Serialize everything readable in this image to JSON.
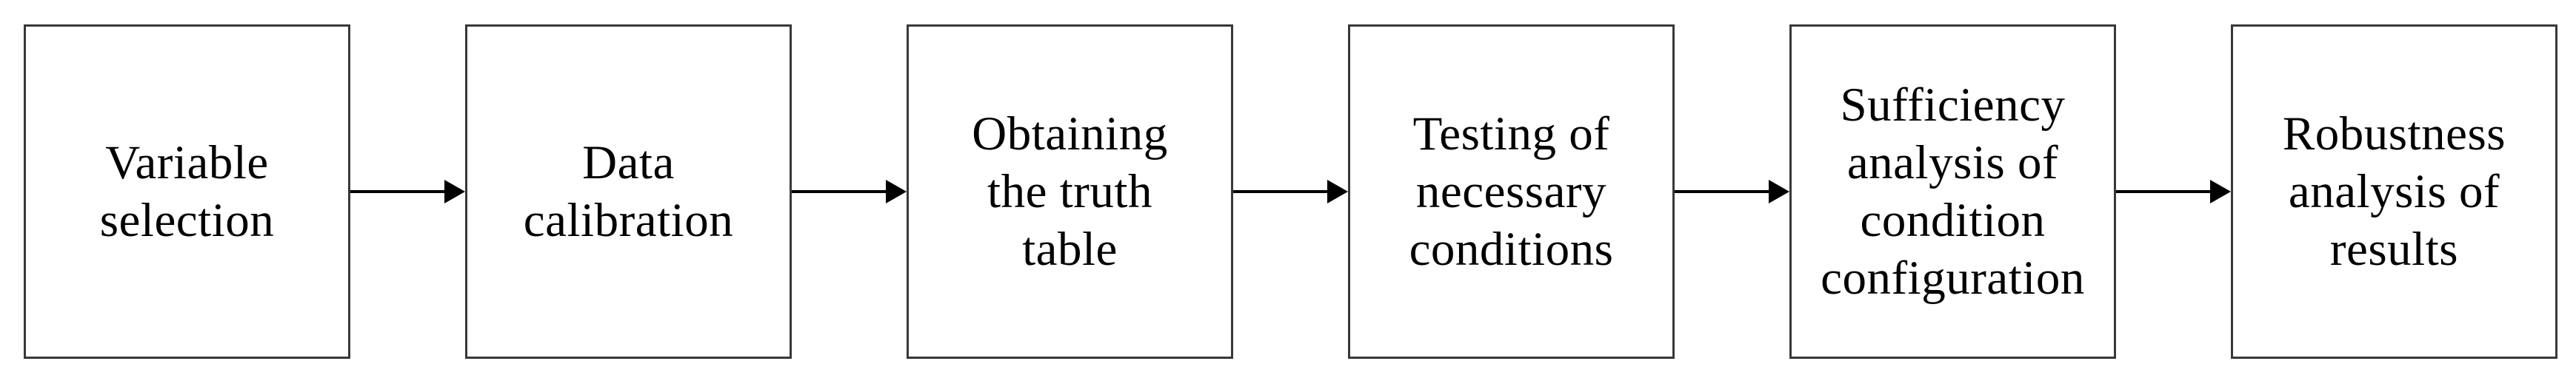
{
  "flowchart": {
    "steps": [
      {
        "label": "Variable\nselection"
      },
      {
        "label": "Data\ncalibration"
      },
      {
        "label": "Obtaining\nthe truth\ntable"
      },
      {
        "label": "Testing of\nnecessary\nconditions"
      },
      {
        "label": "Sufficiency\nanalysis of\ncondition\nconfiguration"
      },
      {
        "label": "Robustness\nanalysis of\nresults"
      }
    ],
    "colors": {
      "background": "#ffffff",
      "box_border": "#383838",
      "text": "#000000",
      "arrow": "#000000"
    }
  }
}
